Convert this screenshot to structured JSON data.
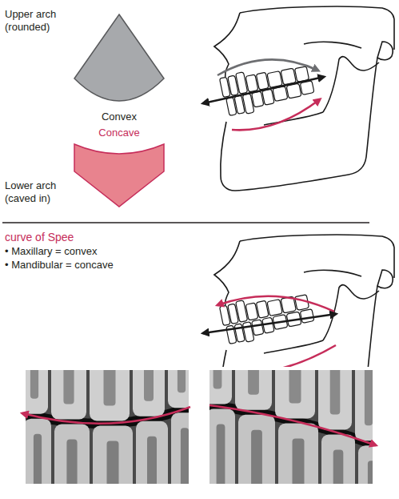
{
  "diagram": {
    "nodes": [
      {
        "text": [
          "Convex"
        ]
      },
      {
        "text": [
          "Concave"
        ]
      }
    ],
    "labels": [
      "Upper arch (rounded)",
      "Lower arch (caved in)",
      "curve of Spee",
      "• Maxillary = convex",
      "• Mandibular = concave"
    ]
  }
}
